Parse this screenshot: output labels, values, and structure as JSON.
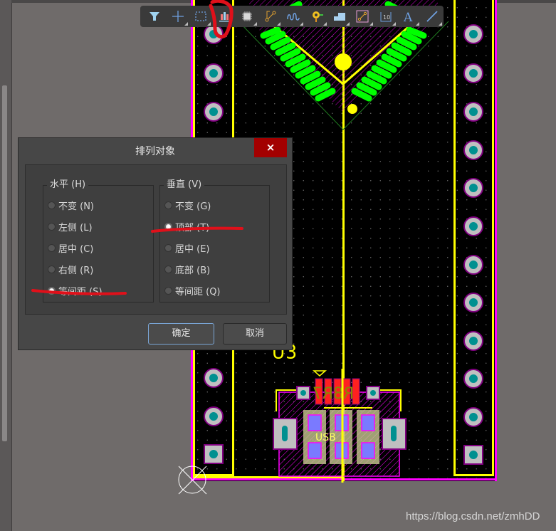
{
  "toolbar": {
    "items": [
      {
        "name": "filter",
        "icon": "filter-icon",
        "has_dropdown": false
      },
      {
        "name": "move",
        "icon": "move-cross-icon",
        "has_dropdown": true
      },
      {
        "name": "select-rect",
        "icon": "rectangle-select-icon",
        "has_dropdown": true
      },
      {
        "name": "align",
        "icon": "align-distribute-icon",
        "has_dropdown": false,
        "annotated": true
      },
      {
        "name": "component",
        "icon": "chip-component-icon",
        "has_dropdown": true
      },
      {
        "name": "route",
        "icon": "interactive-route-icon",
        "has_dropdown": true
      },
      {
        "name": "tune-length",
        "icon": "length-tuning-icon",
        "has_dropdown": true
      },
      {
        "name": "via",
        "icon": "via-pad-icon",
        "has_dropdown": true
      },
      {
        "name": "polygon",
        "icon": "polygon-fill-icon",
        "has_dropdown": true
      },
      {
        "name": "connection",
        "icon": "connection-line-icon",
        "has_dropdown": true
      },
      {
        "name": "dimension",
        "icon": "dimension-icon",
        "has_dropdown": true
      },
      {
        "name": "text",
        "icon": "text-string-icon",
        "has_dropdown": true
      },
      {
        "name": "line",
        "icon": "draw-line-icon",
        "has_dropdown": true
      }
    ]
  },
  "dialog": {
    "title": "排列对象",
    "close_label": "×",
    "horizontal": {
      "legend": "水平 (H)",
      "options": [
        {
          "label": "不变 (N)",
          "checked": false
        },
        {
          "label": "左侧 (L)",
          "checked": false
        },
        {
          "label": "居中 (C)",
          "checked": false
        },
        {
          "label": "右侧 (R)",
          "checked": false
        },
        {
          "label": "等间距 (S)",
          "checked": true
        }
      ]
    },
    "vertical": {
      "legend": "垂直 (V)",
      "options": [
        {
          "label": "不变 (G)",
          "checked": false
        },
        {
          "label": "顶部 (T)",
          "checked": true
        },
        {
          "label": "居中 (E)",
          "checked": false
        },
        {
          "label": "底部 (B)",
          "checked": false
        },
        {
          "label": "等间距 (Q)",
          "checked": false
        }
      ]
    },
    "ok_label": "确定",
    "cancel_label": "取消"
  },
  "pcb": {
    "designator": "U3",
    "usb_label": "USB",
    "mirrored_text": "R8R7",
    "colors": {
      "board": "#000000",
      "outline": "#ff00ff",
      "silkscreen": "#ffff00",
      "pad_ring": "#c0c0c0",
      "pad_hole": "#009090",
      "smd_pad": "#00ff00"
    }
  },
  "watermark": "https://blog.csdn.net/zmhDD"
}
